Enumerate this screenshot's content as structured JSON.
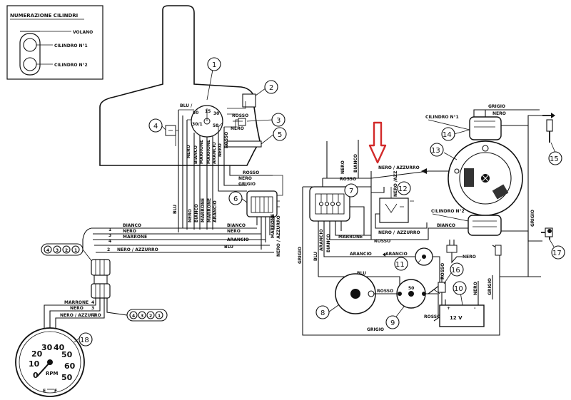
{
  "legend": {
    "title": "NUMERAZIONE CILINDRI",
    "volano": "VOLANO",
    "cyl1": "CILINDRO N°1",
    "cyl2": "CILINDRO N°2"
  },
  "callouts": [
    "1",
    "2",
    "3",
    "4",
    "5",
    "6",
    "7",
    "8",
    "9",
    "10",
    "11",
    "12",
    "13",
    "14",
    "15",
    "16",
    "17",
    "18"
  ],
  "wire_labels": {
    "blu": "BLU",
    "bianco": "BIANCO",
    "nero": "NERO",
    "marrone": "MARRONE",
    "rosso": "ROSSO",
    "grigio": "GRIGIO",
    "arancio": "ARANCIO",
    "nero_azzurro": "NERO / AZZURRO",
    "nero_azz": "NERO /AZZ",
    "nero_slash": "NERO /",
    "azzurro": "AZZURRO",
    "blu_slash": "BLU /"
  },
  "key_switch": {
    "pos_30": "30",
    "pos_15": "15",
    "pos_50": "50",
    "pos_301": "30/1",
    "pos_58": "58"
  },
  "connector_pins": [
    "4",
    "3",
    "2",
    "1"
  ],
  "tach_wire_numbers": [
    "1",
    "3",
    "4",
    "2"
  ],
  "tachometer": {
    "unit": "RPM",
    "ticks": [
      "0",
      "10",
      "20",
      "30",
      "40",
      "50",
      "60",
      "50"
    ],
    "indicator_left": "E",
    "indicator_right": "F"
  },
  "battery": {
    "label": "12 V",
    "plus": "+",
    "minus": "-"
  },
  "starter_terminal": "50",
  "colors": {
    "ink": "#111111",
    "arrow": "#d22a2a",
    "paper": "#ffffff"
  }
}
